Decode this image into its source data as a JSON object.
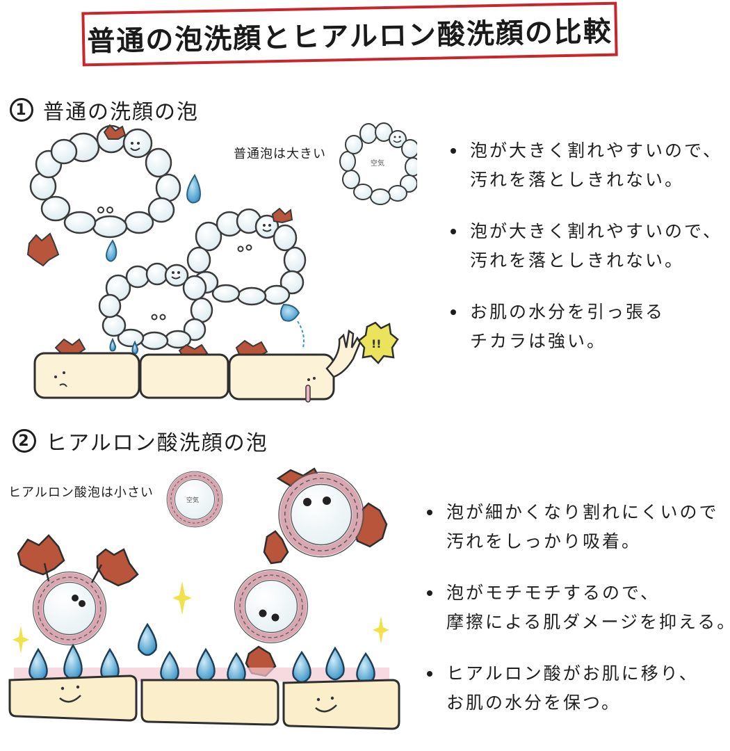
{
  "title": "普通の泡洗顔とヒアルロン酸洗顔の比較",
  "colors": {
    "title_border": "#c8262a",
    "bubble_fill": "#eef5f7",
    "bubble_stroke": "#3a3a3a",
    "dirt": "#b8553a",
    "water_drop": "#3b97c9",
    "skin": "#fbeecb",
    "skin_pink": "#f3c9d3",
    "sparkle": "#f2e24a",
    "alert": "#ece35c"
  },
  "section1": {
    "number": "1",
    "heading": "普通の洗顔の泡",
    "bubble_label": "普通泡は大きい",
    "air_label": "空気",
    "bullets": [
      {
        "line1": "泡が大きく割れやすいので、",
        "line2": "汚れを落としきれない。"
      },
      {
        "line1": "泡が大きく割れやすいので、",
        "line2": "汚れを落としきれない。"
      },
      {
        "line1": "お肌の水分を引っ張る",
        "line2": "チカラは強い。"
      }
    ],
    "alert_text": "!!"
  },
  "section2": {
    "number": "2",
    "heading": "ヒアルロン酸洗顔の泡",
    "bubble_label": "ヒアルロン酸泡は小さい",
    "air_label": "空気",
    "bullets": [
      {
        "line1": "泡が細かくなり割れにくいので",
        "line2": "汚れをしっかり吸着。"
      },
      {
        "line1": "泡がモチモチするので、",
        "line2": "摩擦による肌ダメージを抑える。"
      },
      {
        "line1": "ヒアルロン酸がお肌に移り、",
        "line2": "お肌の水分を保つ。"
      }
    ]
  }
}
